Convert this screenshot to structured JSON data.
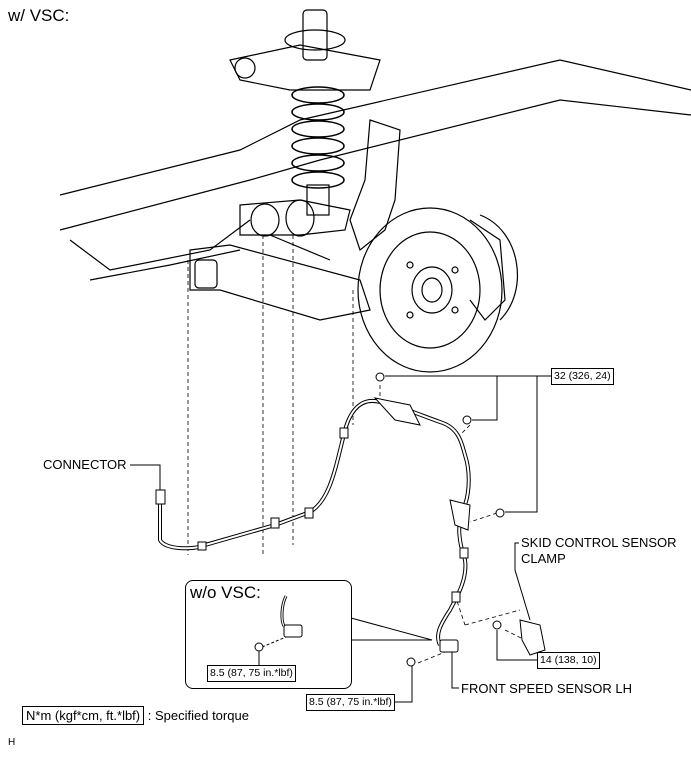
{
  "headings": {
    "with_vsc": "w/ VSC:",
    "without_vsc": "w/o VSC:"
  },
  "labels": {
    "connector": "CONNECTOR",
    "skid_clamp_line1": "SKID CONTROL SENSOR",
    "skid_clamp_line2": "CLAMP",
    "front_speed_sensor": "FRONT SPEED SENSOR LH"
  },
  "torques": {
    "bracket_bolts": "32 (326, 24)",
    "clamp_bolt": "14 (138, 10)",
    "sensor_bolt": "8.5 (87, 75 in.*lbf)",
    "sensor_bolt_no_vsc": "8.5 (87, 75 in.*lbf)"
  },
  "legend": {
    "unit_box": "N*m (kgf*cm, ft.*lbf)",
    "text": ": Specified torque"
  },
  "footer_mark": "H"
}
